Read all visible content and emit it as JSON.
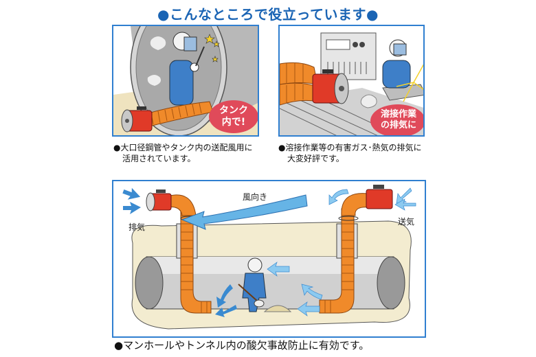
{
  "title": "●こんなところで役立っています●",
  "panels": [
    {
      "badge_line1": "タンク",
      "badge_line2": "内で!",
      "caption_line1": "●大口径鋼管やタンク内の送配風用に",
      "caption_line2": "活用されています。"
    },
    {
      "badge_line1": "溶接作業",
      "badge_line2": "の排気に",
      "caption_line1": "●溶接作業等の有害ガス･熱気の排気に",
      "caption_line2": "大変好評です。"
    }
  ],
  "tunnel": {
    "wind_label": "風向き",
    "exhaust_label": "排気",
    "supply_label": "送気",
    "caption": "●マンホールやトンネル内の酸欠事故防止に有効です。"
  },
  "colors": {
    "title": "#1a64b4",
    "border": "#2f7fd0",
    "badge": "#e04a5a",
    "duct": "#f08a2a",
    "fan": "#e03a28",
    "arrow": "#4a90d8"
  }
}
